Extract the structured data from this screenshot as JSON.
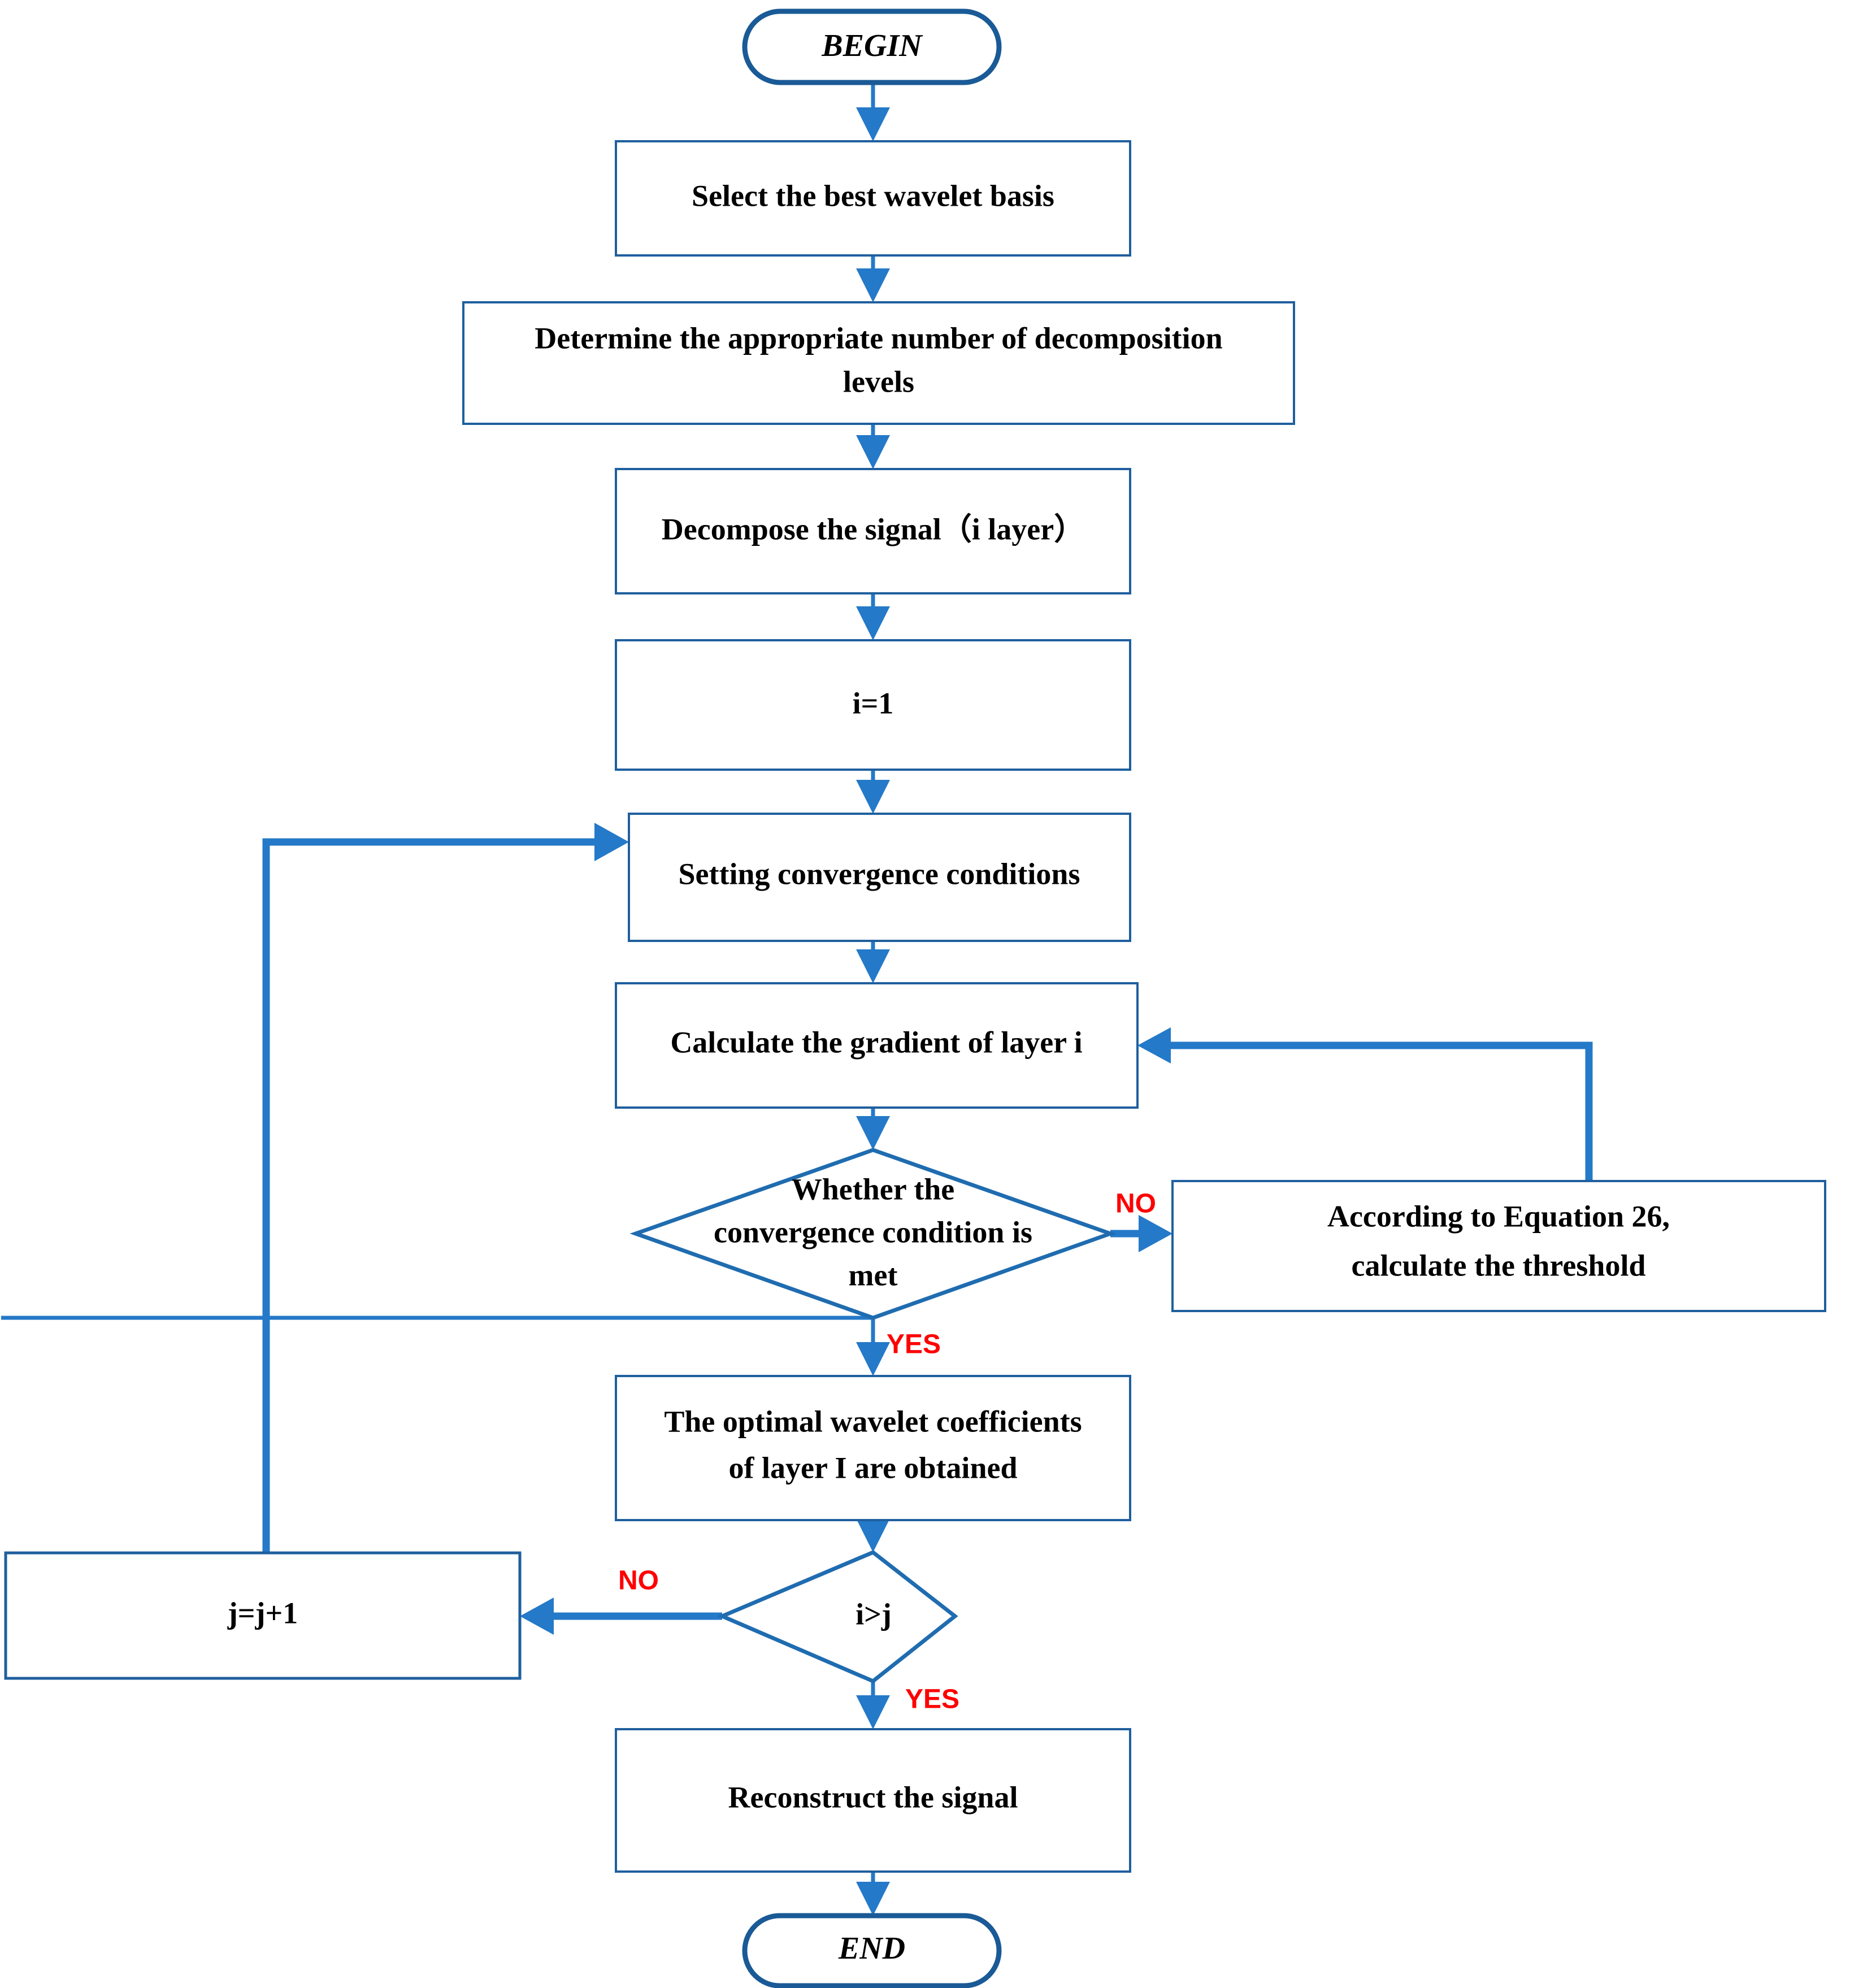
{
  "diagram": {
    "title": "Wavelet threshold denoising algorithm flowchart",
    "colors": {
      "line": "#2479c8",
      "box_border": "#1f5f9e",
      "decision_border": "#1f6cb0",
      "terminator_border": "#1a5a96",
      "text": "#000000",
      "label": "#ff0000",
      "background": "#ffffff"
    },
    "nodes": {
      "begin": {
        "label": "BEGIN",
        "type": "terminator"
      },
      "select_basis": {
        "label": "Select the best wavelet basis",
        "type": "process"
      },
      "determine_levels": {
        "line1": "Determine the appropriate number of decomposition",
        "line2": "levels",
        "type": "process"
      },
      "decompose": {
        "label": "Decompose the signal（i layer）",
        "type": "process"
      },
      "init_i": {
        "label": "i=1",
        "type": "process"
      },
      "setting_convergence": {
        "label": "Setting convergence conditions",
        "type": "process"
      },
      "calc_gradient": {
        "label": "Calculate the gradient of layer i",
        "type": "process"
      },
      "convergence_check": {
        "line1": "Whether the",
        "line2": "convergence condition is",
        "line3": "met",
        "type": "decision"
      },
      "threshold": {
        "line1": "According to Equation 26,",
        "line2": "calculate the threshold",
        "type": "process"
      },
      "optimal_coeffs": {
        "line1": "The optimal wavelet coefficients",
        "line2": "of layer I are obtained",
        "type": "process"
      },
      "compare_ij": {
        "label": "i>j",
        "type": "decision"
      },
      "increment_j": {
        "label": "j=j+1",
        "type": "process"
      },
      "reconstruct": {
        "label": "Reconstruct the signal",
        "type": "process"
      },
      "end": {
        "label": "END",
        "type": "terminator"
      }
    },
    "edge_labels": {
      "convergence_no": "NO",
      "convergence_yes": "YES",
      "compare_no": "NO",
      "compare_yes": "YES"
    }
  }
}
